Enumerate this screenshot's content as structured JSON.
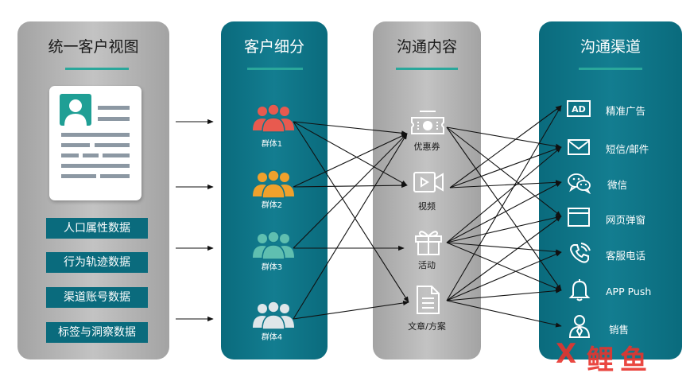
{
  "columns": {
    "unified_view": {
      "title": "统一客户视图",
      "tags": [
        "人口属性数据",
        "行为轨迹数据",
        "渠道账号数据",
        "标签与洞察数据"
      ]
    },
    "segments": {
      "title": "客户细分",
      "groups": [
        "群体1",
        "群体2",
        "群体3",
        "群体4"
      ],
      "group_colors": [
        "#e85a4f",
        "#f0a12c",
        "#5fbfb0",
        "#dfe6e9"
      ]
    },
    "content": {
      "title": "沟通内容",
      "items": [
        "优惠券",
        "视频",
        "活动",
        "文章/方案"
      ]
    },
    "channels": {
      "title": "沟通渠道",
      "items": [
        "精准广告",
        "短信/邮件",
        "微信",
        "网页弹窗",
        "客服电话",
        "APP Push",
        "销售"
      ],
      "icons": [
        "ad-icon",
        "envelope-icon",
        "wechat-icon",
        "window-icon",
        "phone-icon",
        "bell-icon",
        "salesperson-icon"
      ]
    }
  },
  "connections": {
    "groups_to_content": [
      [
        1,
        2,
        4
      ],
      [
        1,
        2
      ],
      [
        1,
        3
      ],
      [
        1,
        4
      ]
    ],
    "content_to_channels": [
      [
        2,
        4,
        6
      ],
      [
        1,
        2,
        3
      ],
      [
        2,
        3,
        4,
        5,
        6
      ],
      [
        1,
        4,
        5,
        6,
        7
      ]
    ]
  },
  "colors": {
    "accent": "#2aa79b",
    "teal": "#0a6b7d",
    "gray": "#b3b3b3"
  },
  "watermark": {
    "chars": [
      "X",
      "鲤",
      "鱼"
    ]
  }
}
